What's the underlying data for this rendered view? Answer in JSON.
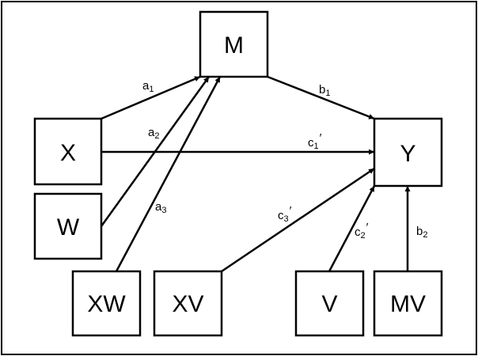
{
  "diagram": {
    "nodes": {
      "M": {
        "label": "M"
      },
      "X": {
        "label": "X"
      },
      "W": {
        "label": "W"
      },
      "Y": {
        "label": "Y"
      },
      "XW": {
        "label": "XW"
      },
      "XV": {
        "label": "XV"
      },
      "V": {
        "label": "V"
      },
      "MV": {
        "label": "MV"
      }
    },
    "edges": {
      "a1": {
        "from": "X",
        "to": "M",
        "base": "a",
        "sub": "1",
        "prime": ""
      },
      "a2": {
        "from": "W",
        "to": "M",
        "base": "a",
        "sub": "2",
        "prime": ""
      },
      "a3": {
        "from": "XW",
        "to": "M",
        "base": "a",
        "sub": "3",
        "prime": ""
      },
      "b1": {
        "from": "M",
        "to": "Y",
        "base": "b",
        "sub": "1",
        "prime": ""
      },
      "c1p": {
        "from": "X",
        "to": "Y",
        "base": "c",
        "sub": "1",
        "prime": "′"
      },
      "c3p": {
        "from": "XV",
        "to": "Y",
        "base": "c",
        "sub": "3",
        "prime": "′"
      },
      "c2p": {
        "from": "V",
        "to": "Y",
        "base": "c",
        "sub": "2",
        "prime": "′"
      },
      "b2": {
        "from": "MV",
        "to": "Y",
        "base": "b",
        "sub": "2",
        "prime": ""
      }
    },
    "colors": {
      "stroke": "#000000",
      "background": "#ffffff"
    }
  }
}
